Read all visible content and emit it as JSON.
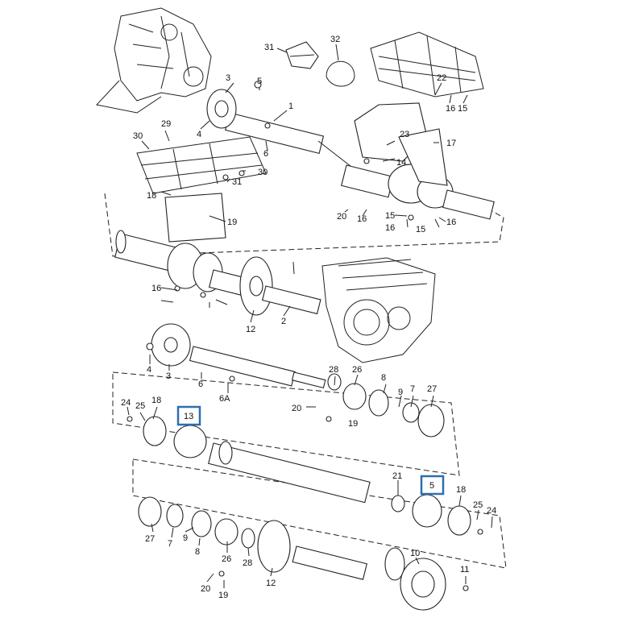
{
  "diagram": {
    "colors": {
      "line": "#222222",
      "highlight": "#2c6fb0",
      "background": "#ffffff"
    },
    "callouts": [
      "31",
      "32",
      "5",
      "3",
      "1",
      "22",
      "16",
      "15",
      "4",
      "6",
      "17",
      "29",
      "30",
      "30",
      "31",
      "18",
      "23",
      "14",
      "19",
      "20",
      "16",
      "15",
      "16",
      "16",
      "15",
      "16",
      "12",
      "2",
      "4",
      "3",
      "6",
      "6A",
      "28",
      "26",
      "8",
      "9",
      "7",
      "27",
      "20",
      "19",
      "24",
      "25",
      "18",
      "13",
      "21",
      "5",
      "18",
      "25",
      "24",
      "27",
      "7",
      "9",
      "8",
      "26",
      "28",
      "12",
      "20",
      "19",
      "10",
      "11"
    ]
  }
}
